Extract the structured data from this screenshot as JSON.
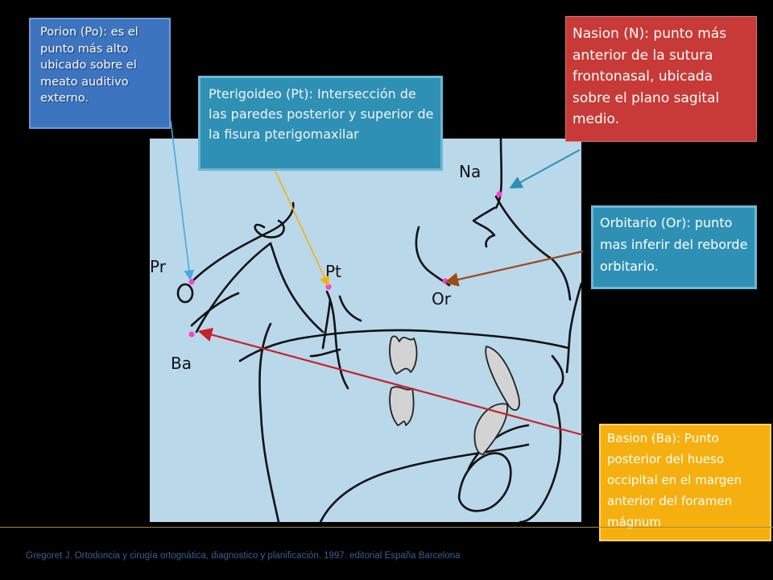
{
  "callouts": {
    "porion": "Porion (Po): es el punto más alto ubicado sobre el meato auditivo externo.",
    "pterigoideo": "Pterigoideo (Pt): Intersección de las paredes posterior y superior de la fisura pterigomaxilar",
    "nasion": "Nasion (N): punto más anterior de la sutura frontonasal, ubicada sobre el plano sagital medio.",
    "orbitario": "Orbitario (Or): punto mas inferir del reborde orbitario.",
    "basion": "Basion (Ba): Punto posterior del hueso occipital en el margen anterior del foramen mágnum"
  },
  "landmarks": {
    "pr": "Pr",
    "pt": "Pt",
    "na": "Na",
    "or": "Or",
    "ba": "Ba"
  },
  "citation": "Gregoret J. Ortodoncia y cirugía ortognática, diagnostico y planificación. 1997. editorial España Barcelona",
  "colors": {
    "porion_box": "#3d74c0",
    "pterigoideo_box": "#2f90b6",
    "nasion_box": "#c83a37",
    "orbitario_box": "#2f90b6",
    "basion_box": "#f5b00f",
    "landmark_dot": "#ff3fd0",
    "panel_bg": "#b9d8ea"
  }
}
